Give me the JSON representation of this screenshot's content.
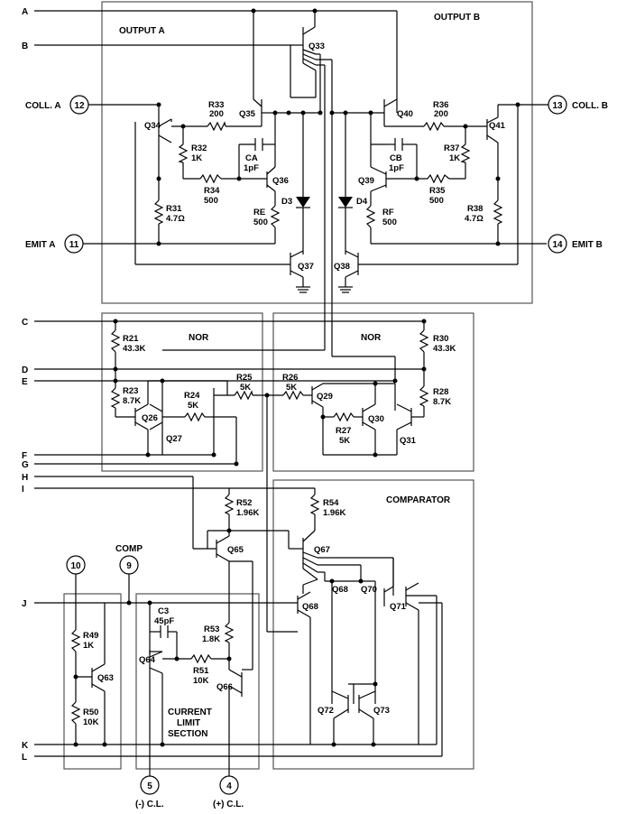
{
  "sections": {
    "output_a": "OUTPUT A",
    "output_b": "OUTPUT B",
    "nor_left": "NOR",
    "nor_right": "NOR",
    "comparator": "COMPARATOR",
    "current_limit": [
      "CURRENT",
      "LIMIT",
      "SECTION"
    ]
  },
  "signals": {
    "A": "A",
    "B": "B",
    "C": "C",
    "D": "D",
    "E": "E",
    "F": "F",
    "G": "G",
    "H": "H",
    "I": "I",
    "J": "J",
    "K": "K",
    "L": "L"
  },
  "pins": {
    "coll_a": {
      "num": "12",
      "label": "COLL. A"
    },
    "coll_b": {
      "num": "13",
      "label": "COLL. B"
    },
    "emit_a": {
      "num": "11",
      "label": "EMIT A"
    },
    "emit_b": {
      "num": "14",
      "label": "EMIT B"
    },
    "pin10": {
      "num": "10"
    },
    "comp": {
      "num": "9",
      "label": "COMP"
    },
    "cl_minus": {
      "num": "5",
      "label": "(-) C.L."
    },
    "cl_plus": {
      "num": "4",
      "label": "(+) C.L."
    }
  },
  "transistors": {
    "q33": "Q33",
    "q34": "Q34",
    "q35": "Q35",
    "q36": "Q36",
    "q37": "Q37",
    "q38": "Q38",
    "q39": "Q39",
    "q40": "Q40",
    "q41": "Q41",
    "q26": "Q26",
    "q27": "Q27",
    "q29": "Q29",
    "q30": "Q30",
    "q31": "Q31",
    "q63": "Q63",
    "q64": "Q64",
    "q65": "Q65",
    "q66": "Q66",
    "q67": "Q67",
    "q68a": "Q68",
    "q68b": "Q68",
    "q70": "Q70",
    "q71": "Q71",
    "q72": "Q72",
    "q73": "Q73"
  },
  "resistors": {
    "r33": [
      "R33",
      "200"
    ],
    "r32": [
      "R32",
      "1K"
    ],
    "r34": [
      "R34",
      "500"
    ],
    "r31": [
      "R31",
      "4.7Ω"
    ],
    "re": [
      "RE",
      "500"
    ],
    "r36": [
      "R36",
      "200"
    ],
    "r37": [
      "R37",
      "1K"
    ],
    "r35": [
      "R35",
      "500"
    ],
    "r38": [
      "R38",
      "4.7Ω"
    ],
    "rf": [
      "RF",
      "500"
    ],
    "r21": [
      "R21",
      "43.3K"
    ],
    "r23": [
      "R23",
      "8.7K"
    ],
    "r24": [
      "R24",
      "5K"
    ],
    "r25": [
      "R25",
      "5K"
    ],
    "r26": [
      "R26",
      "5K"
    ],
    "r27": [
      "R27",
      "5K"
    ],
    "r30": [
      "R30",
      "43.3K"
    ],
    "r28": [
      "R28",
      "8.7K"
    ],
    "r52": [
      "R52",
      "1.96K"
    ],
    "r54": [
      "R54",
      "1.96K"
    ],
    "r53": [
      "R53",
      "1.8K"
    ],
    "r51": [
      "R51",
      "10K"
    ],
    "r49": [
      "R49",
      "1K"
    ],
    "r50": [
      "R50",
      "10K"
    ]
  },
  "capacitors": {
    "ca": [
      "CA",
      "1pF"
    ],
    "cb": [
      "CB",
      "1pF"
    ],
    "c3": [
      "C3",
      "45pF"
    ]
  },
  "diodes": {
    "d3": "D3",
    "d4": "D4"
  }
}
